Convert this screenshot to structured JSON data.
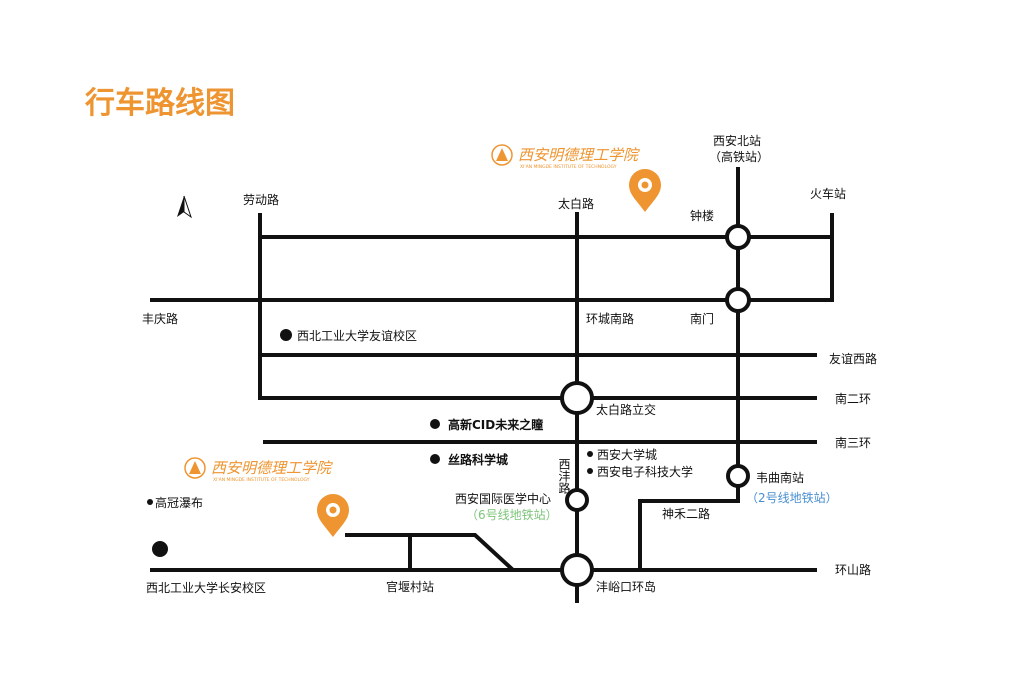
{
  "title": "行车路线图",
  "colors": {
    "accent": "#EE9531",
    "green": "#7DC57A",
    "blue": "#4A8FD1",
    "line": "#111111"
  },
  "logo": {
    "cn": "西安明德理工学院",
    "en": "XI'AN MINGDE INSTITUTE OF TECHNOLOGY"
  },
  "roads": {
    "laodong": "劳动路",
    "taibai": "太白路",
    "fengqing": "丰庆路",
    "huancheng_nan": "环城南路",
    "youyi_xi": "友谊西路",
    "nan_er_huan": "南二环",
    "nan_san_huan": "南三环",
    "xifeng": "西沣路",
    "shenhe_er": "神禾二路",
    "huanshan": "环山路"
  },
  "stations": {
    "xian_north": "西安北站",
    "xian_north_sub": "（高铁站）",
    "train_station": "火车站",
    "zhonglou": "钟楼",
    "nanmen": "南门",
    "taibai_interchange": "太白路立交",
    "medical_center": "西安国际医学中心",
    "medical_center_sub": "（6号线地铁站）",
    "weiqu_south": "韦曲南站",
    "weiqu_south_sub": "（2号线地铁站）",
    "fengyukou": "沣峪口环岛",
    "guanyancun": "官堰村站"
  },
  "places": {
    "nwpu_youyi": "西北工业大学友谊校区",
    "gaoxin_cid": "高新CID未来之瞳",
    "silu": "丝路科学城",
    "univ_town": "西安大学城",
    "xidian": "西安电子科技大学",
    "gaoguan": "高冠瀑布",
    "nwpu_changan": "西北工业大学长安校区"
  }
}
